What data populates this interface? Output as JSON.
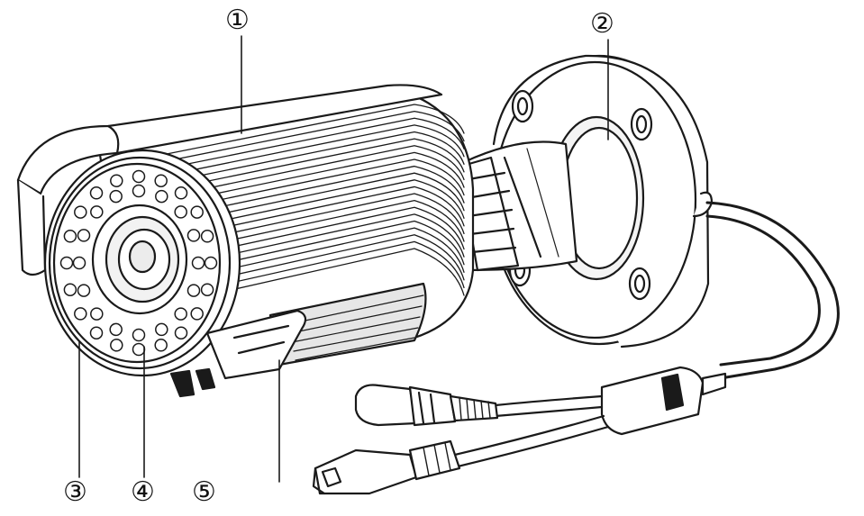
{
  "diagram": {
    "callouts": [
      {
        "id": "c1",
        "label": "①"
      },
      {
        "id": "c2",
        "label": "②"
      },
      {
        "id": "c3",
        "label": "③"
      },
      {
        "id": "c4",
        "label": "④"
      },
      {
        "id": "c5",
        "label": "⑤"
      }
    ],
    "colors": {
      "stroke": "#1a1a1a",
      "fill": "#ffffff",
      "shade": "#e6e6e6"
    },
    "ir_led_count": 36,
    "fin_count": 22
  }
}
